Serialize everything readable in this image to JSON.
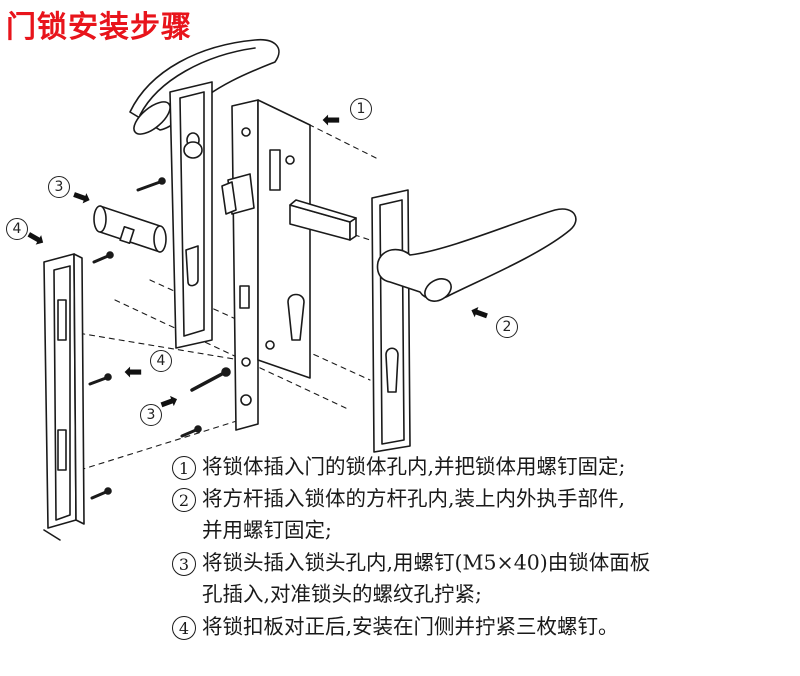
{
  "title": "门锁安装步骤",
  "callouts": {
    "c1": "1",
    "c2": "2",
    "c3a": "3",
    "c3b": "3",
    "c4a": "4",
    "c4b": "4"
  },
  "steps": [
    {
      "num": "1",
      "lines": [
        "将锁体插入门的锁体孔内,并把锁体用螺钉固定;"
      ]
    },
    {
      "num": "2",
      "lines": [
        "将方杆插入锁体的方杆孔内,装上内外执手部件,",
        "并用螺钉固定;"
      ]
    },
    {
      "num": "3",
      "lines": [
        "将锁头插入锁头孔内,用螺钉(M5×40)由锁体面板",
        "孔插入,对准锁头的螺纹孔拧紧;"
      ]
    },
    {
      "num": "4",
      "lines": [
        "将锁扣板对正后,安装在门侧并拧紧三枚螺钉。"
      ]
    }
  ],
  "colors": {
    "title": "#e8141b",
    "line": "#1a1a1a"
  },
  "icons": {
    "arrow": "arrow-icon",
    "screw": "screw-icon"
  }
}
